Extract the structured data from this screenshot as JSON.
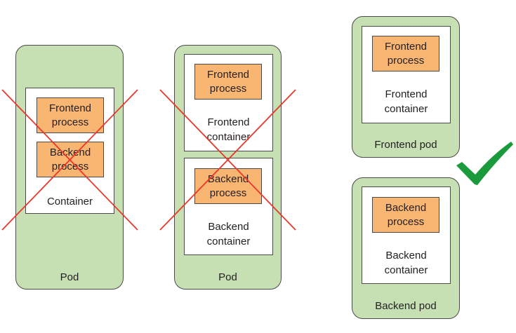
{
  "left": {
    "pod_label": "Pod",
    "container_label": "Container",
    "frontend_process": [
      "Frontend",
      "process"
    ],
    "backend_process": [
      "Backend",
      "process"
    ]
  },
  "middle": {
    "pod_label": "Pod",
    "frontend_process": [
      "Frontend",
      "process"
    ],
    "frontend_container": [
      "Frontend",
      "container"
    ],
    "backend_process": [
      "Backend",
      "process"
    ],
    "backend_container": [
      "Backend",
      "container"
    ]
  },
  "right_top": {
    "pod_label": "Frontend pod",
    "frontend_process": [
      "Frontend",
      "process"
    ],
    "frontend_container": [
      "Frontend",
      "container"
    ]
  },
  "right_bottom": {
    "pod_label": "Backend pod",
    "backend_process": [
      "Backend",
      "process"
    ],
    "backend_container": [
      "Backend",
      "container"
    ]
  },
  "colors": {
    "pod_fill": "#c6e0b4",
    "process_fill": "#f9b572",
    "cross_mark": "#e8382c",
    "check_mark": "#1a9a3a"
  }
}
